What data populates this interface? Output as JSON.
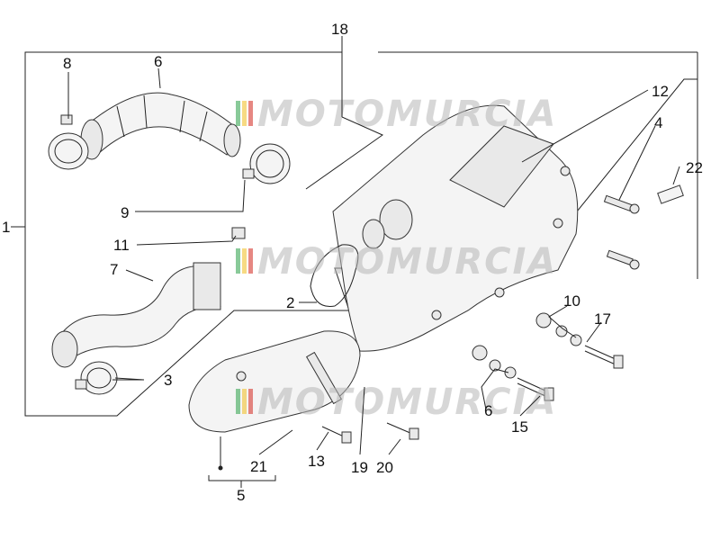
{
  "diagram": {
    "labels": {
      "l1": "1",
      "l2": "2",
      "l3": "3",
      "l4": "4",
      "l5": "5",
      "l6a": "6",
      "l6b": "6",
      "l7": "7",
      "l8": "8",
      "l9": "9",
      "l10": "10",
      "l11": "11",
      "l12": "12",
      "l13": "13",
      "l15": "15",
      "l17": "17",
      "l18": "18",
      "l19": "19",
      "l20": "20",
      "l21": "21",
      "l22": "22"
    },
    "watermark": "MOTOMURCIA",
    "colors": {
      "line": "#222222",
      "part_fill": "#f4f4f4",
      "watermark": "#b8b8b8",
      "logo_green": "#3aa655",
      "logo_red": "#d6372f",
      "logo_yellow": "#f2c230"
    }
  }
}
